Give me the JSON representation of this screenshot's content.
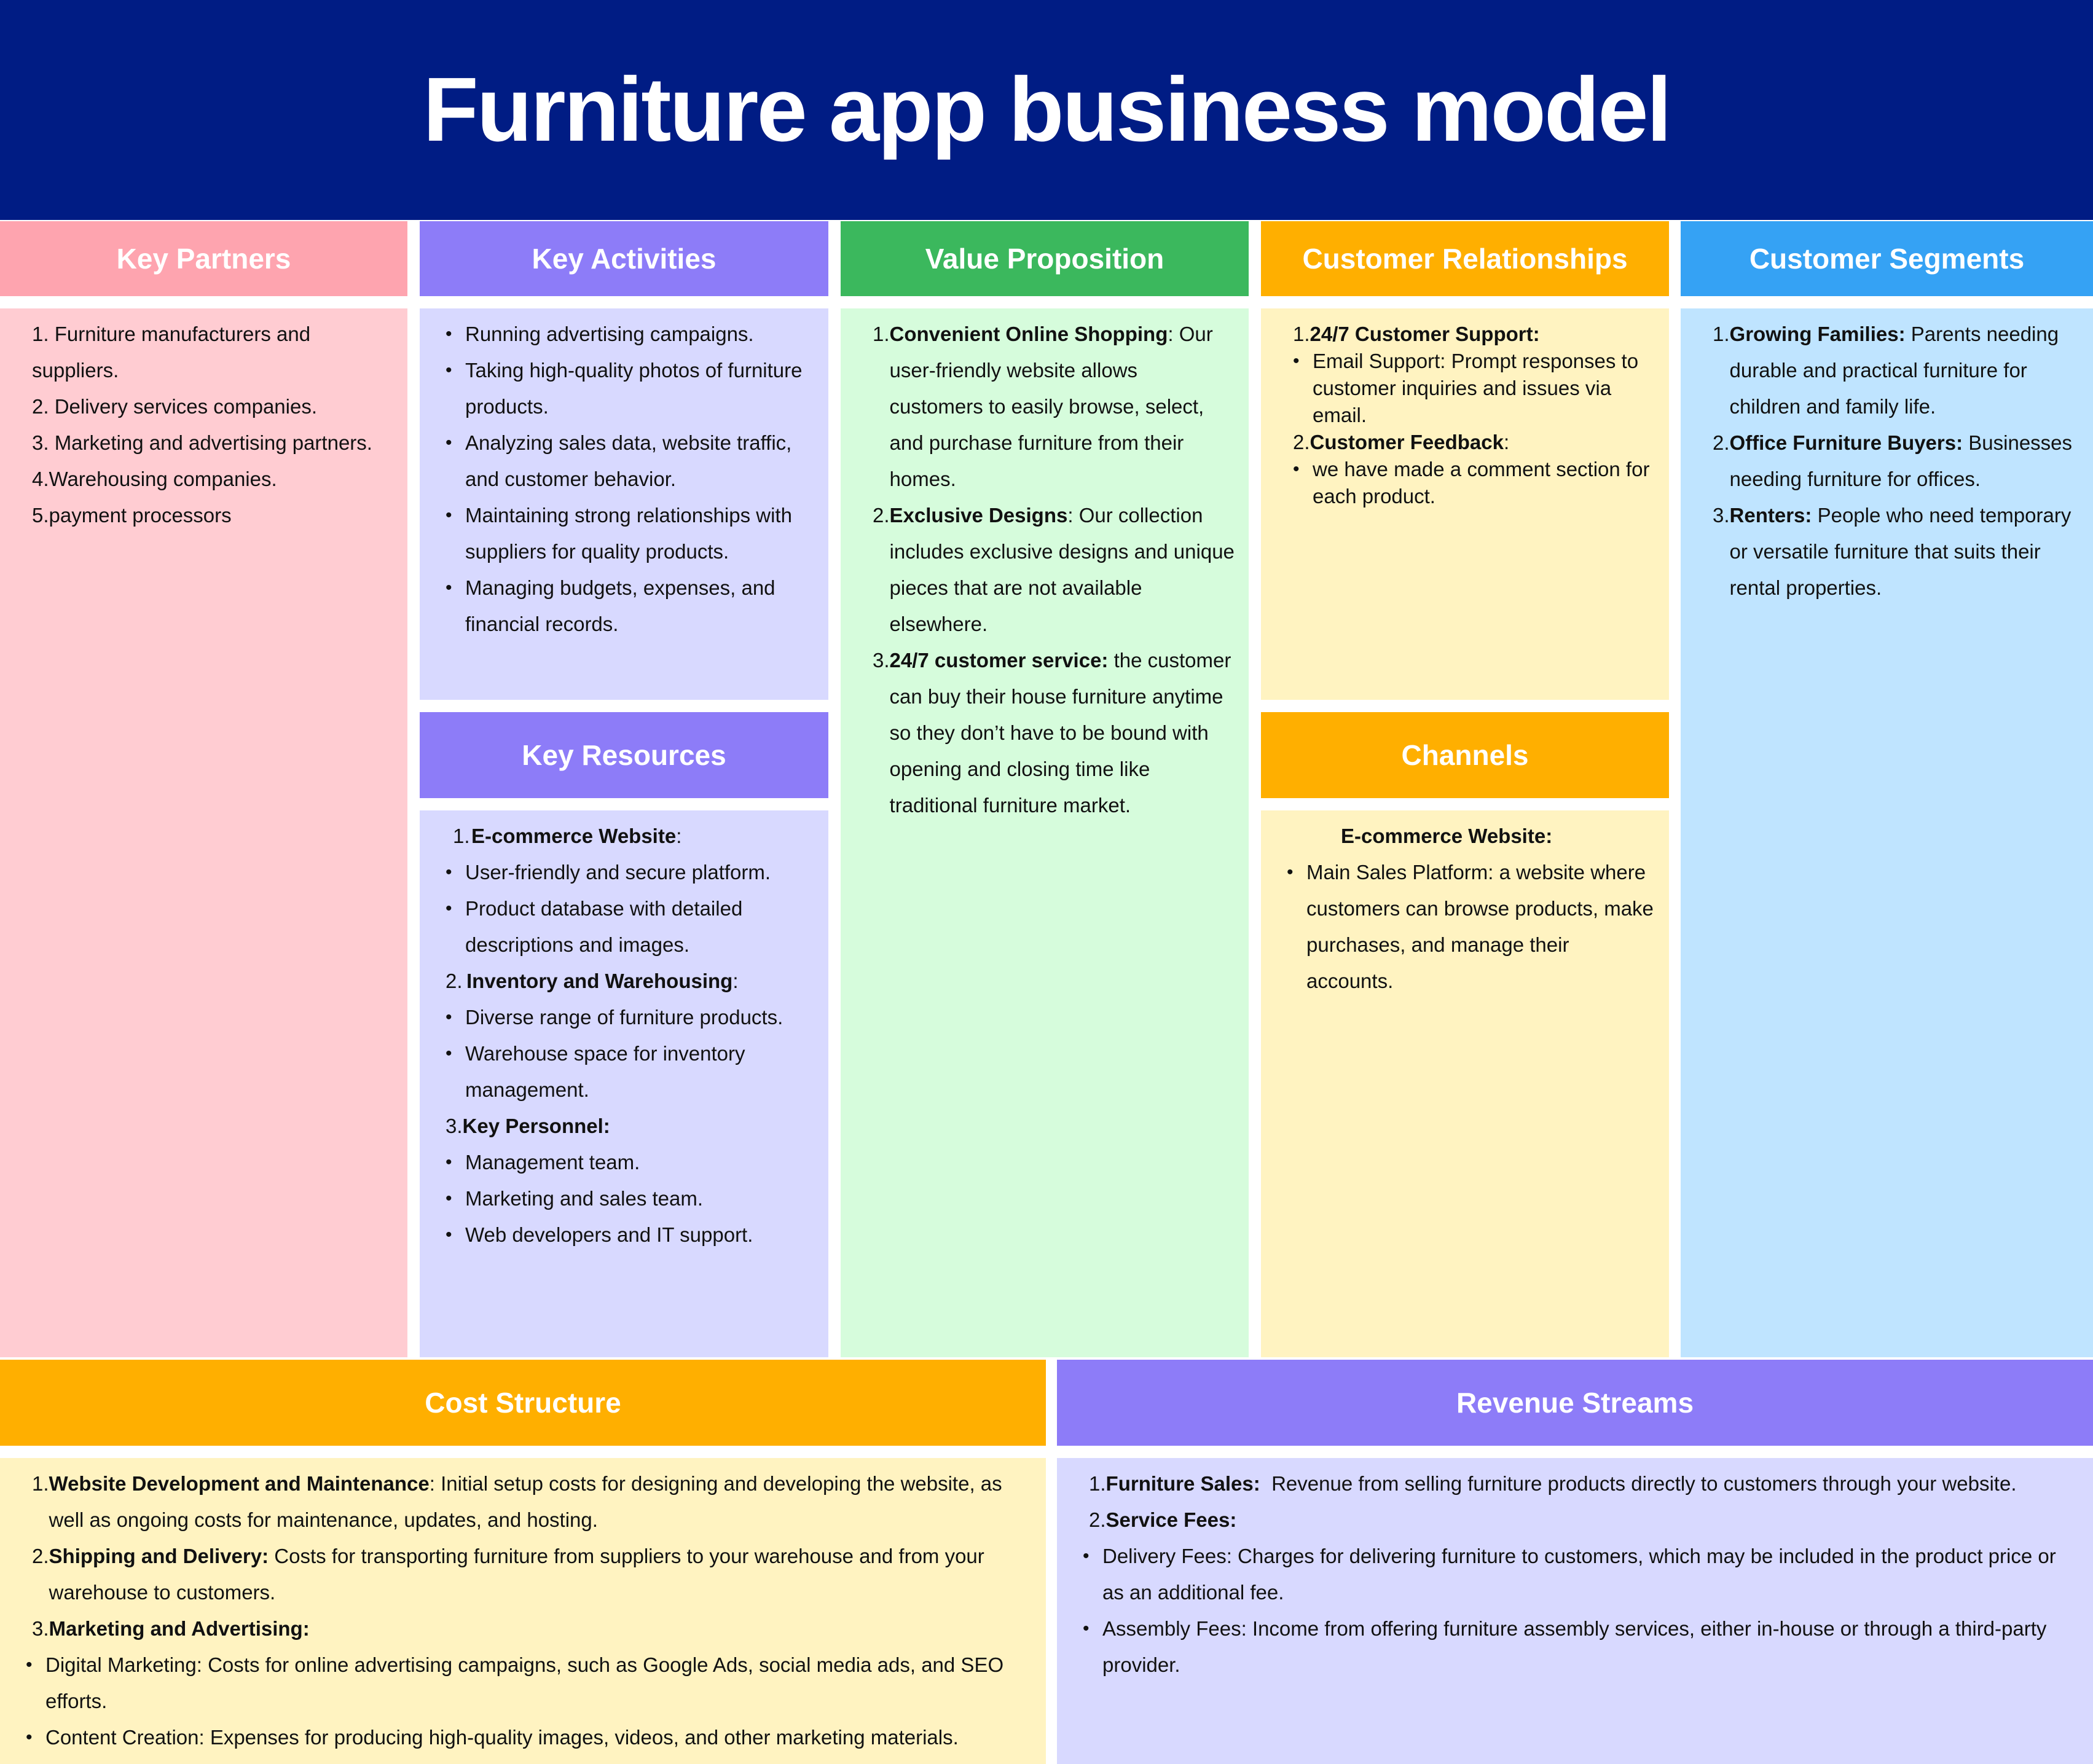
{
  "title": "Furniture app business model",
  "colors": {
    "title_bg": "#001c84",
    "pink_header": "#fea4af",
    "pink_body": "#ffccd2",
    "purple_header": "#8d7cf8",
    "purple_body": "#d8d9ff",
    "green_header": "#3bb85d",
    "green_body": "#d6fcdc",
    "orange_header": "#ffaf00",
    "yellow_body": "#fff3c1",
    "blue_header": "#35a2f4",
    "blue_body": "#bfe4ff"
  },
  "key_partners": {
    "title": "Key Partners",
    "items": [
      "1. Furniture manufacturers and suppliers.",
      "2. Delivery services companies.",
      "3. Marketing and advertising partners.",
      "4.Warehousing companies.",
      "5.payment processors"
    ]
  },
  "key_activities": {
    "title": "Key Activities",
    "items": [
      "Running advertising campaigns.",
      "Taking high-quality photos of furniture products.",
      "Analyzing sales data, website traffic, and customer behavior.",
      "Maintaining strong relationships with suppliers for quality products.",
      "Managing budgets, expenses, and financial records."
    ]
  },
  "key_resources": {
    "title": "Key Resources",
    "groups": [
      {
        "num": "1.",
        "heading": "E-commerce Website",
        "suffix": ":",
        "bullets": [
          "User-friendly and secure platform.",
          "Product database with detailed descriptions and images."
        ]
      },
      {
        "num": "2.",
        "heading": "Inventory and Warehousing",
        "suffix": ":",
        "bullets": [
          "Diverse range of furniture products.",
          "Warehouse space for inventory management."
        ]
      },
      {
        "num": "3.",
        "heading": "Key Personnel:",
        "suffix": "",
        "bullets": [
          "Management team.",
          "Marketing and sales team.",
          "Web developers and IT support."
        ]
      }
    ]
  },
  "value_proposition": {
    "title": "Value Proposition",
    "items": [
      {
        "num": "1.",
        "bold": "Convenient Online Shopping",
        "text": ": Our user-friendly website allows customers to easily browse, select, and purchase furniture from their homes."
      },
      {
        "num": "2.",
        "bold": "Exclusive Designs",
        "text": ": Our collection includes exclusive designs and unique pieces that are not available elsewhere."
      },
      {
        "num": "3.",
        "bold": "24/7 customer service:",
        "text": " the customer can buy their house furniture anytime so they don’t have to be bound with opening and closing time like traditional furniture market."
      }
    ]
  },
  "customer_relationships": {
    "title": "Customer Relationships",
    "groups": [
      {
        "num": "1.",
        "heading": "24/7 Customer Support:",
        "suffix": "",
        "bullets": [
          "Email Support: Prompt responses to customer inquiries and issues via email."
        ]
      },
      {
        "num": "2.",
        "heading": "Customer Feedback",
        "suffix": ":",
        "bullets": [
          "we have made a comment section for each product."
        ]
      }
    ]
  },
  "channels": {
    "title": "Channels",
    "heading": "E-commerce Website:",
    "bullets": [
      "Main Sales Platform: a website where customers can browse products, make purchases, and manage their accounts."
    ]
  },
  "customer_segments": {
    "title": "Customer Segments",
    "items": [
      {
        "num": "1.",
        "bold": "Growing Families:",
        "text": " Parents needing durable and practical furniture for children and family life."
      },
      {
        "num": "2.",
        "bold": "Office Furniture Buyers:",
        "text": " Businesses needing furniture for offices."
      },
      {
        "num": "3.",
        "bold": "Renters:",
        "text": " People who need temporary or versatile furniture that suits their rental properties."
      }
    ]
  },
  "cost_structure": {
    "title": "Cost Structure",
    "items": [
      {
        "num": "1.",
        "bold": "Website Development and Maintenance",
        "text": ": Initial setup costs for designing and developing the website, as well as ongoing costs for maintenance, updates, and hosting."
      },
      {
        "num": "2.",
        "bold": "Shipping and Delivery:",
        "text": " Costs for transporting furniture from suppliers to your warehouse and from your warehouse to customers."
      },
      {
        "num": "3.",
        "bold": "Marketing and Advertising:",
        "text": ""
      }
    ],
    "bullets": [
      "Digital Marketing: Costs for online advertising campaigns, such as Google Ads, social media ads, and SEO efforts.",
      "Content Creation: Expenses for producing high-quality images, videos, and other marketing materials."
    ]
  },
  "revenue_streams": {
    "title": "Revenue Streams",
    "items": [
      {
        "num": "1.",
        "bold": "Furniture Sales:",
        "text": "  Revenue from selling furniture products directly to customers through your website."
      },
      {
        "num": "2.",
        "bold": "Service Fees:",
        "text": ""
      }
    ],
    "bullets": [
      "Delivery Fees: Charges for delivering furniture to customers, which may be included in the product price or as an additional fee.",
      "Assembly Fees: Income from offering furniture assembly services, either in-house or through a third-party provider."
    ]
  }
}
